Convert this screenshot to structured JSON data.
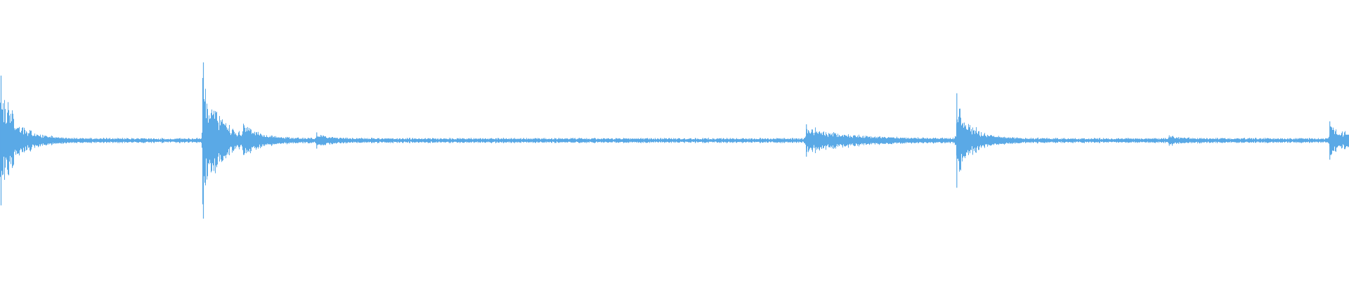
{
  "chart_data": {
    "type": "area",
    "x_range": [
      0,
      1
    ],
    "y_range": [
      -1,
      1
    ],
    "grid": false,
    "legend": "none",
    "baseline": 0,
    "noise_floor": 0.014,
    "series": [
      {
        "color": "#5aa9e6",
        "events": [
          {
            "t": 0.0,
            "amp": 0.44,
            "decay": 0.012,
            "density": 1.0
          },
          {
            "t": 0.15,
            "amp": 0.53,
            "decay": 0.014,
            "density": 0.9
          },
          {
            "t": 0.18,
            "amp": 0.09,
            "decay": 0.012,
            "density": 0.8
          },
          {
            "t": 0.234,
            "amp": 0.055,
            "decay": 0.01,
            "density": 0.8
          },
          {
            "t": 0.597,
            "amp": 0.11,
            "decay": 0.03,
            "density": 0.9
          },
          {
            "t": 0.7085,
            "amp": 0.32,
            "decay": 0.012,
            "density": 0.9
          },
          {
            "t": 0.866,
            "amp": 0.035,
            "decay": 0.01,
            "density": 0.7
          },
          {
            "t": 0.985,
            "amp": 0.13,
            "decay": 0.016,
            "density": 0.9
          }
        ]
      }
    ]
  }
}
